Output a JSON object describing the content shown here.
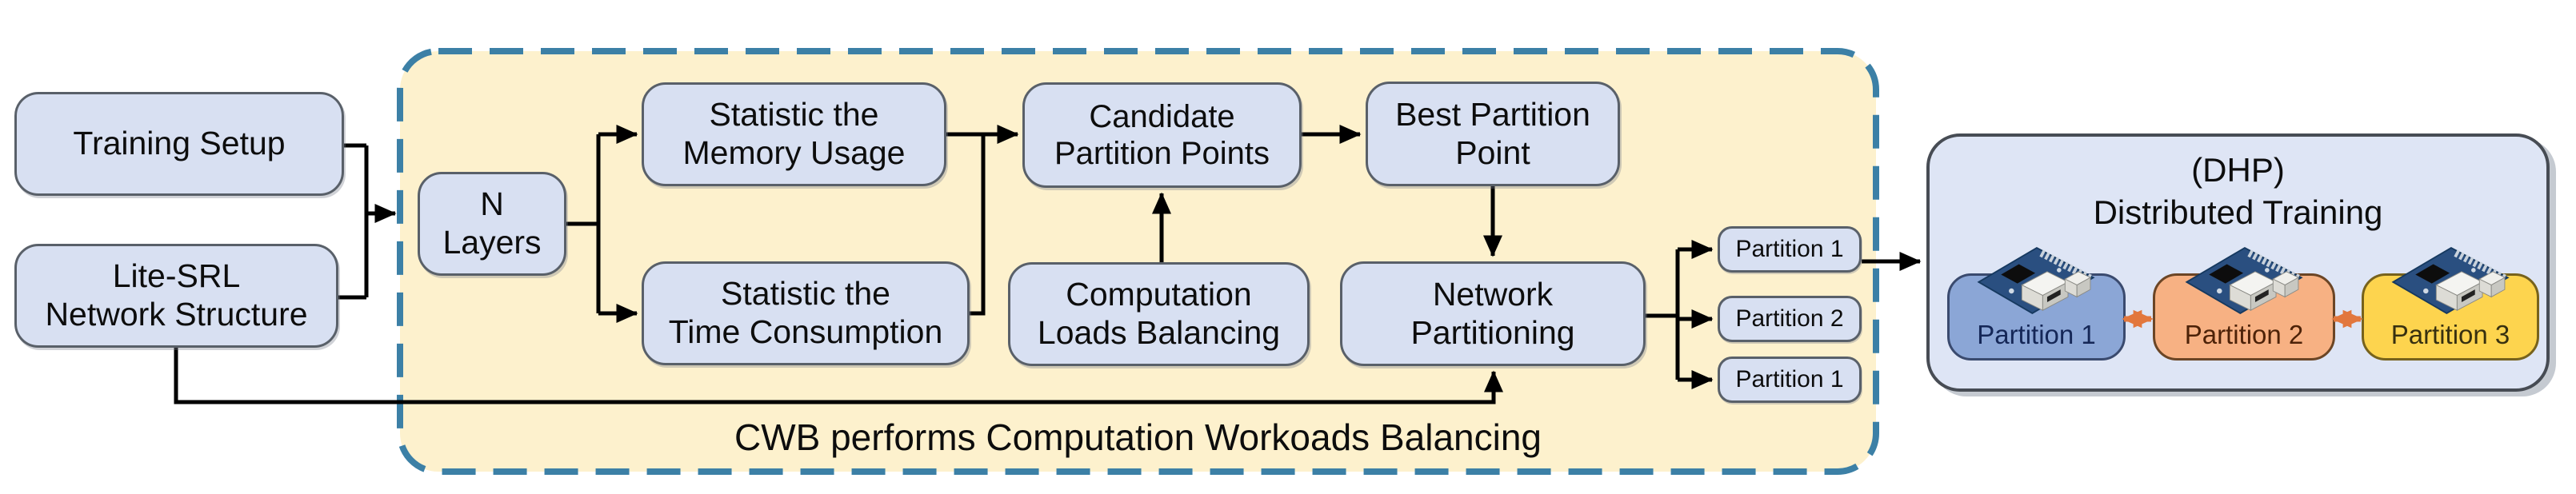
{
  "diagram": {
    "inputs": {
      "training_setup": "Training Setup",
      "network_structure": "Lite-SRL\nNetwork Structure"
    },
    "cwb": {
      "caption": "CWB performs Computation Workoads Balancing",
      "n_layers": "N\nLayers",
      "statistic_memory": "Statistic the\nMemory Usage",
      "statistic_time": "Statistic the\nTime Consumption",
      "candidate_points": "Candidate\nPartition Points",
      "loads_balancing": "Computation\nLoads Balancing",
      "best_point": "Best Partition\nPoint",
      "network_partitioning": "Network\nPartitioning",
      "outputs": [
        "Partition 1",
        "Partition 2",
        "Partition 1"
      ]
    },
    "dhp": {
      "title": "(DHP)\nDistributed Training",
      "partitions": [
        {
          "label": "Partition 1",
          "fill": "#8ba6d6"
        },
        {
          "label": "Partition 2",
          "fill": "#f7b183"
        },
        {
          "label": "Partition 3",
          "fill": "#fdd44e"
        }
      ]
    },
    "colors": {
      "cwb_region_fill": "#fdf1cd",
      "cwb_region_border": "#3c80a6",
      "node_fill": "#d8e0f2",
      "node_border": "#596069",
      "dhp_fill": "#dee5f5",
      "inter_partition_arrow": "#e2773d",
      "connector": "#000000"
    }
  }
}
